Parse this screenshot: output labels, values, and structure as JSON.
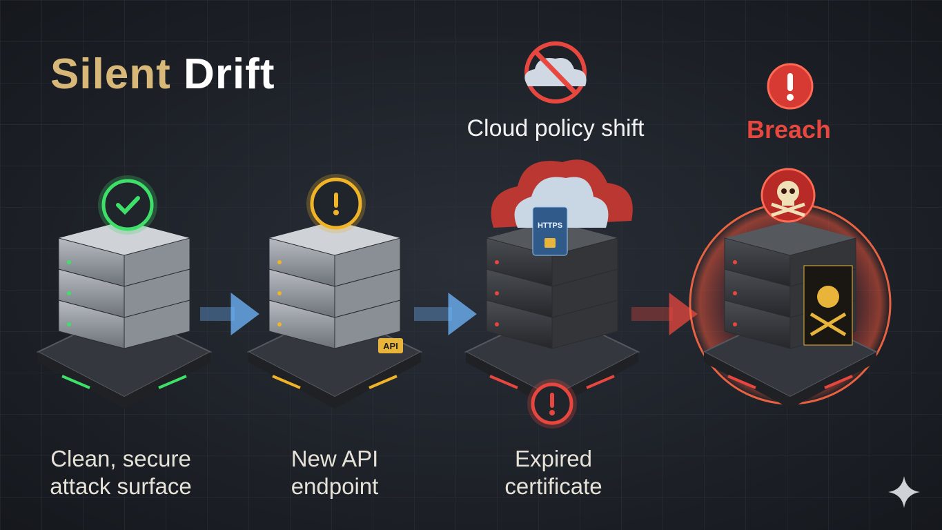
{
  "title": {
    "part1": "Silent",
    "part2": "Drift"
  },
  "stages": [
    {
      "label_line1": "Clean, secure",
      "label_line2": "attack surface",
      "status": "ok",
      "status_icon": "check-icon",
      "color": "#3ee06a"
    },
    {
      "label_line1": "New API",
      "label_line2": "endpoint",
      "status": "warning",
      "status_icon": "exclamation-icon",
      "color": "#f0b429",
      "badge": "API"
    },
    {
      "label_line1": "Expired",
      "label_line2": "certificate",
      "status": "alert",
      "status_icon": "exclamation-icon",
      "color": "#e8473f",
      "cloud_badge": "HTTPS",
      "heading": "Cloud policy shift",
      "heading_icon": "cloud-blocked-icon"
    },
    {
      "status": "breach",
      "status_icon": "skull-icon",
      "color": "#e8473f",
      "heading": "Breach",
      "heading_icon": "exclamation-icon"
    }
  ],
  "colors": {
    "background": "#1d2129",
    "title_accent": "#d8b878",
    "flow": "#6fb8ff",
    "danger": "#e8473f"
  }
}
